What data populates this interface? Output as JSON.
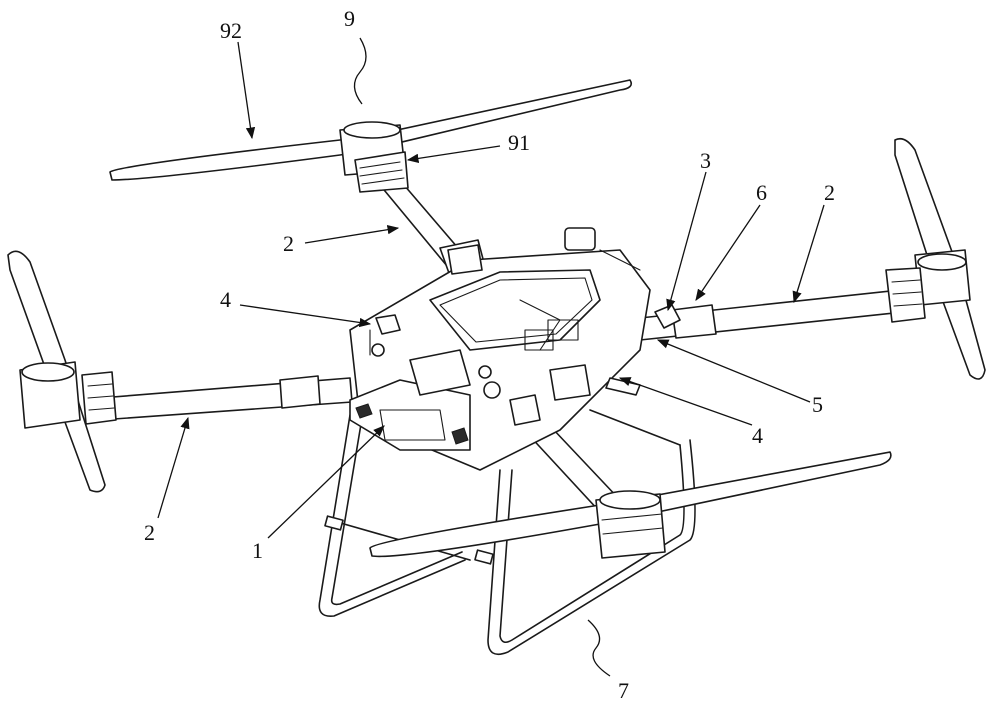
{
  "labels": {
    "l92": "92",
    "l9": "9",
    "l91": "91",
    "l2_upper_left": "2",
    "l3": "3",
    "l6": "6",
    "l2_right": "2",
    "l4_left": "4",
    "l5": "5",
    "l4_right": "4",
    "l2_left": "2",
    "l1": "1",
    "l7": "7"
  }
}
